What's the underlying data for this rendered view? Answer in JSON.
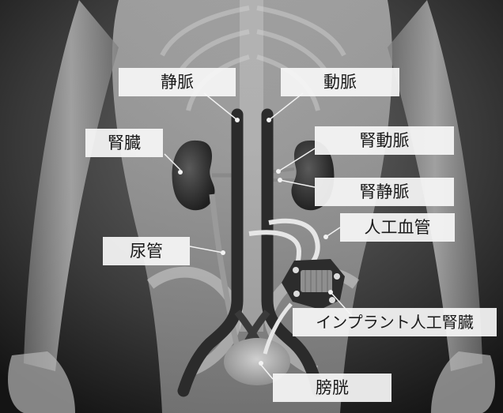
{
  "labels": {
    "vein": "静脈",
    "artery": "動脈",
    "kidney": "腎臓",
    "renal_artery": "腎動脈",
    "renal_vein": "腎静脈",
    "artificial_vessel": "人工血管",
    "ureter": "尿管",
    "implant_kidney": "インプラント人工腎臓",
    "bladder": "膀胱"
  },
  "colors": {
    "background": "#111111",
    "body_glow": "#9a9a9a",
    "vessels": "#2b2b2b",
    "kidneys": "#2e2e2e",
    "tubes": "#e6e6e6",
    "label_bg": "#f6f6f6",
    "label_text": "#1a1a1a"
  }
}
